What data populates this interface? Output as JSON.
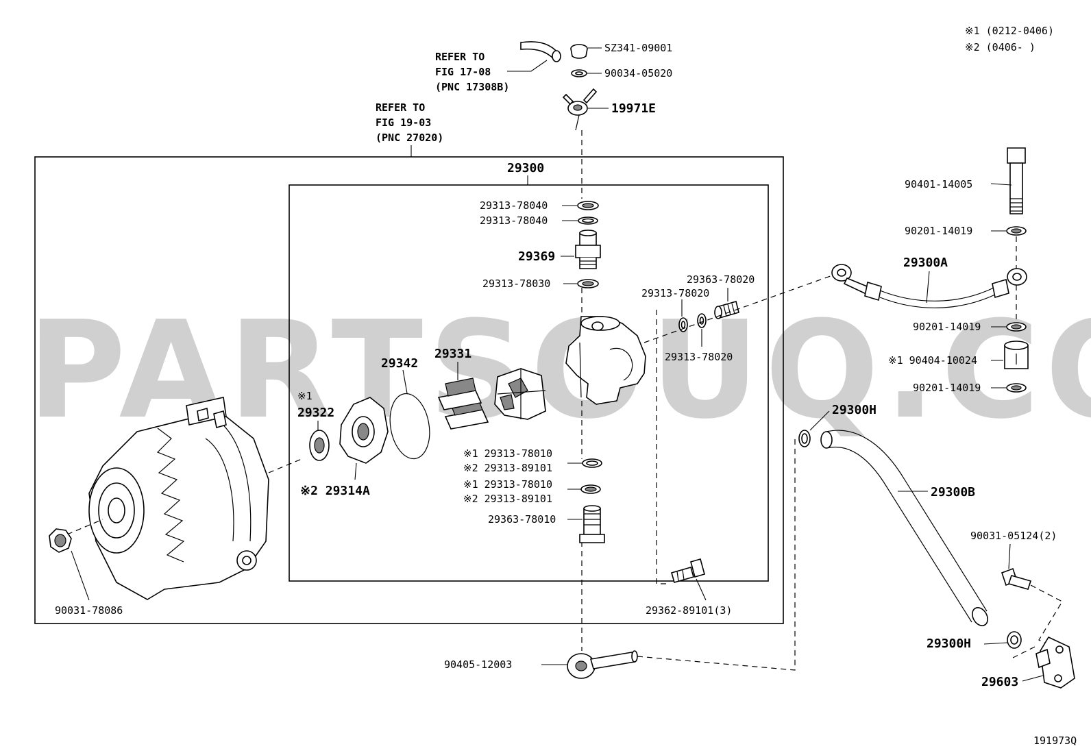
{
  "notes": {
    "note1": "※1 (0212-0406)",
    "note2": "※2 (0406-      )"
  },
  "refs": {
    "ref_fig17": [
      "REFER TO",
      "FIG 17-08",
      "(PNC 17308B)"
    ],
    "ref_fig19": [
      "REFER TO",
      "FIG 19-03",
      "(PNC 27020)"
    ]
  },
  "watermark": "PARTSOUQ.COM",
  "figure_code": "191973Q",
  "labels": {
    "sz341": "SZ341-09001",
    "p90034": "90034-05020",
    "p19971e": "19971E",
    "p29300": "29300",
    "p29313_78040a": "29313-78040",
    "p29313_78040b": "29313-78040",
    "p29369": "29369",
    "p29313_78030": "29313-78030",
    "p29363_78020": "29363-78020",
    "p29313_78020a": "29313-78020",
    "p29313_78020b": "29313-78020",
    "p29331": "29331",
    "p29342": "29342",
    "p29322_mark": "※1",
    "p29322": "29322",
    "p29314a": "※2 29314A",
    "p78010a": "※1 29313-78010",
    "p89101a": "※2 29313-89101",
    "p78010b": "※1 29313-78010",
    "p89101b": "※2 29313-89101",
    "p29363_78010": "29363-78010",
    "p90031_78086": "90031-78086",
    "p29362": "29362-89101(3)",
    "p90405": "90405-12003",
    "p90401": "90401-14005",
    "p90201a": "90201-14019",
    "p29300a": "29300A",
    "p90201b": "90201-14019",
    "p90404": "※1 90404-10024",
    "p90201c": "90201-14019",
    "p29300h_top": "29300H",
    "p29300b": "29300B",
    "p90031_05124": "90031-05124(2)",
    "p29300h_bot": "29300H",
    "p29603": "29603"
  }
}
